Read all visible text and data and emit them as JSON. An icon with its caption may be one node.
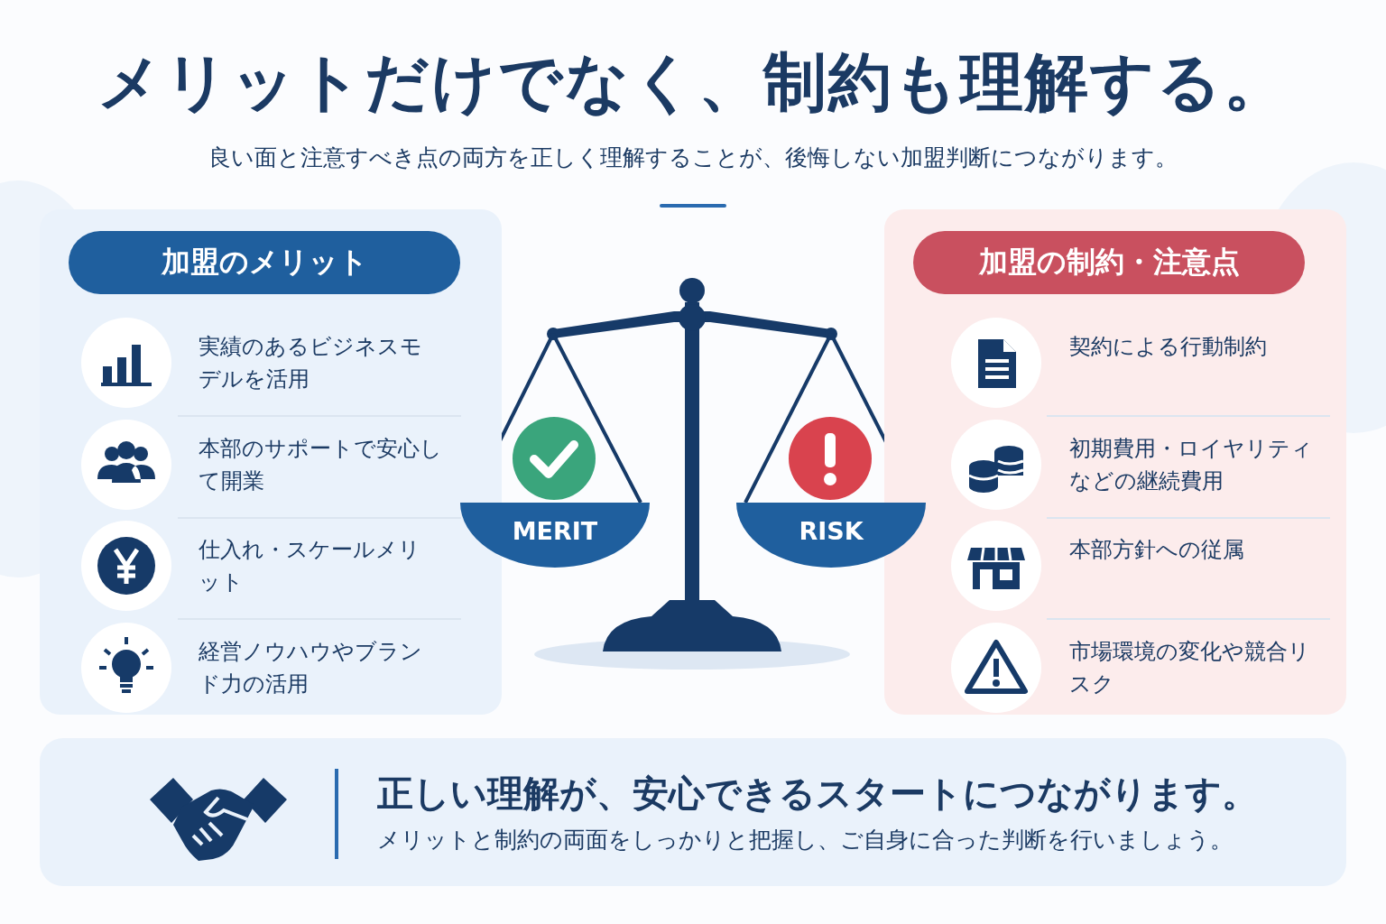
{
  "diagram": {
    "title": "メリットだけでなく、制約も理解する。",
    "nodes": [
      {
        "text": [],
        "shape": "box"
      },
      {
        "text": [
          "加盟のメリット"
        ],
        "in": 0
      },
      {
        "text": [],
        "shape": "box"
      },
      {
        "text": [
          "加盟の制約・注意点"
        ],
        "in": 2
      },
      {
        "text": [
          "MERIT"
        ]
      },
      {
        "text": [
          "RISK"
        ]
      },
      {
        "text": [
          "正しい理解が、安心できるスタートにつながります。",
          "メリットと制約の両面をしっかりと把握し、ご自身に合った判断を行いましょう。"
        ]
      }
    ],
    "edges": [],
    "labels": [
      "良い面と注意すべき点の両方を正しく理解することが、後悔しない加盟判断につながります。",
      "実績のあるビジネスモデルを活用",
      "本部のサポートで安心して開業",
      "仕入れ・スケールメリット",
      "経営ノウハウやブランド力の活用",
      "契約による行動制約",
      "初期費用・ロイヤリティなどの継続費用",
      "本部方針への従属",
      "市場環境の変化や競合リスク"
    ]
  }
}
